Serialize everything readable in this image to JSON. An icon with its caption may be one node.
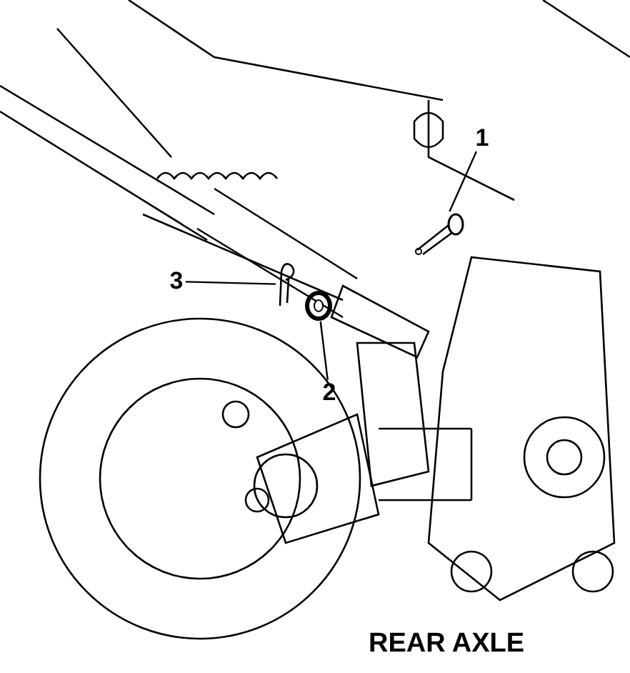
{
  "diagram": {
    "nodes": [
      {
        "text": [
          "1"
        ]
      },
      {
        "text": [],
        "shape": "picture"
      },
      {
        "text": [
          "3"
        ]
      },
      {
        "text": [],
        "shape": "picture"
      },
      {
        "text": [
          "2"
        ]
      },
      {
        "text": [],
        "shape": "picture"
      }
    ],
    "edges": [
      {
        "from": 0,
        "to": 1,
        "arrow": "none"
      },
      {
        "from": 2,
        "to": 3,
        "arrow": "none"
      },
      {
        "from": 4,
        "to": 5,
        "arrow": "none"
      }
    ],
    "labels": [
      "REAR AXLE"
    ]
  }
}
